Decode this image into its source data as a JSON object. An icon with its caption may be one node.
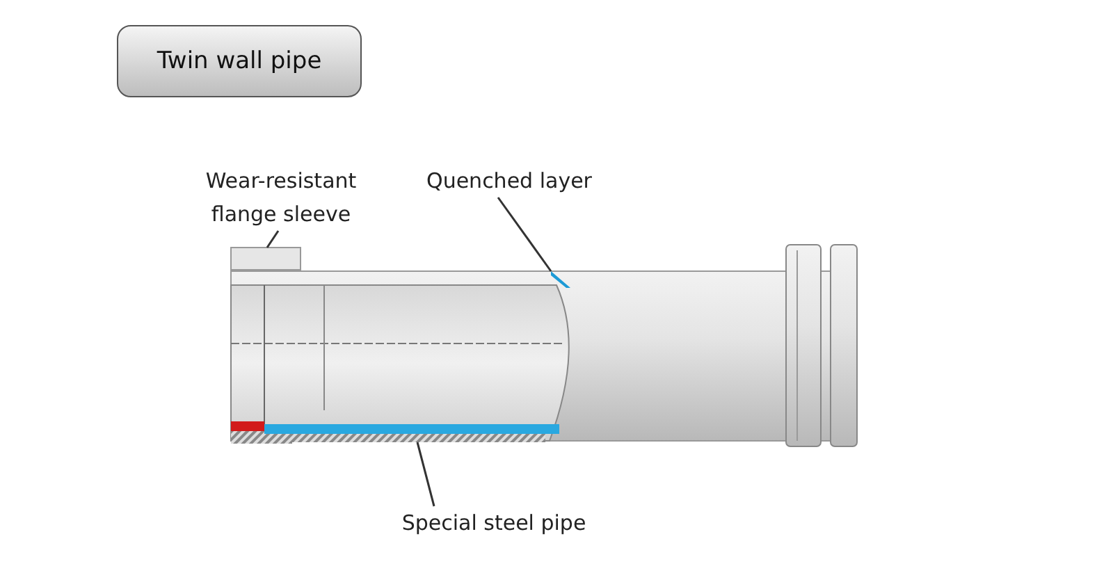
{
  "diagram": {
    "title": "Twin wall pipe",
    "nodes": [
      {
        "text": [
          "Wear-resistant flange sleeve"
        ]
      },
      {
        "text": [
          "Quenched layer"
        ]
      },
      {
        "text": [
          "Special steel pipe"
        ]
      },
      {
        "text": [],
        "shape": "box"
      },
      {
        "text": [],
        "shape": "bar"
      },
      {
        "text": [],
        "shape": "bar"
      }
    ],
    "edges": [
      {
        "from": 0,
        "to": 3,
        "arrow": "none"
      },
      {
        "from": 1,
        "to": 4,
        "arrow": "none"
      },
      {
        "from": 2,
        "to": 5,
        "arrow": "none"
      }
    ]
  }
}
